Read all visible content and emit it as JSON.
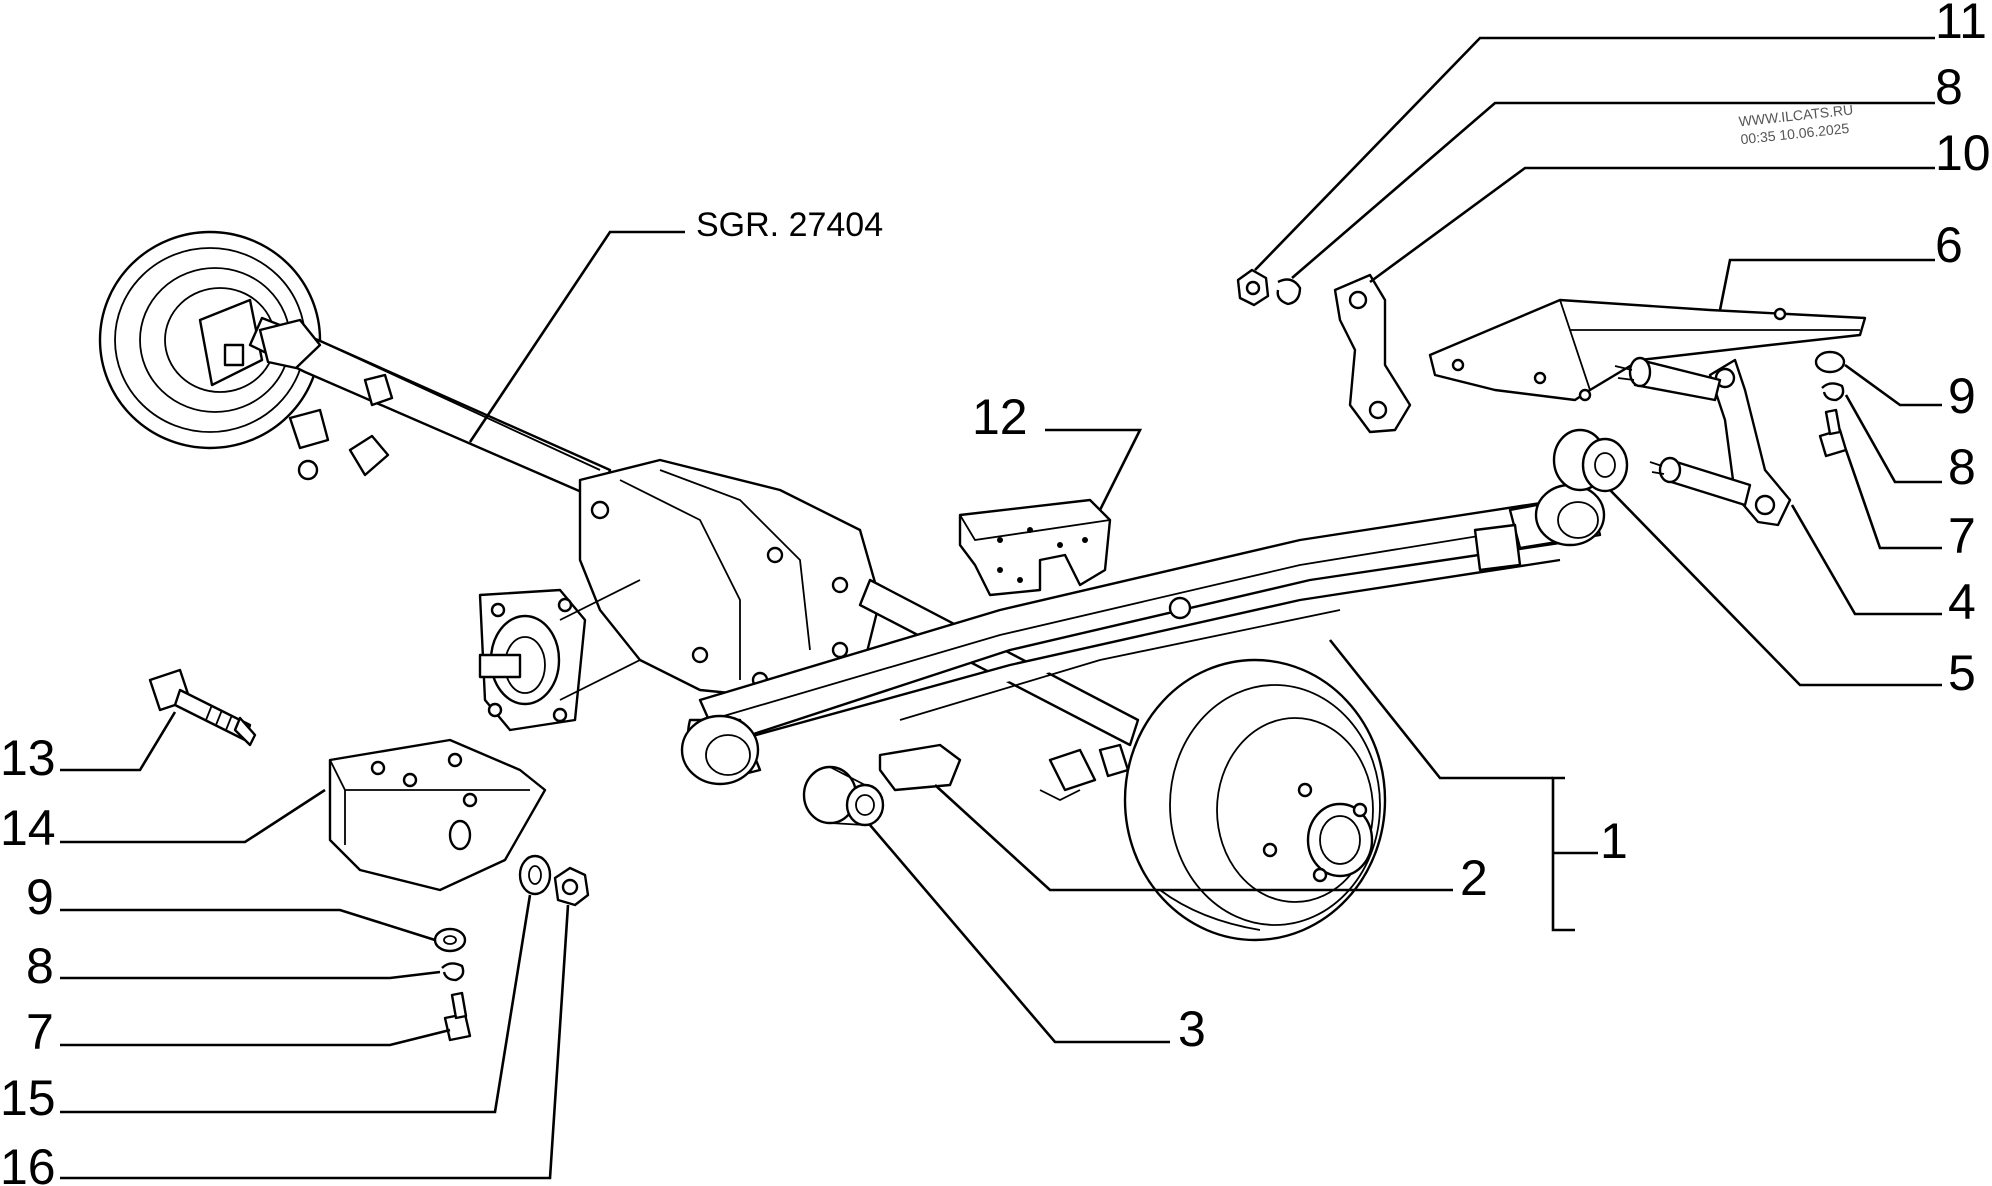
{
  "reference_label": "SGR. 27404",
  "watermark": {
    "site": "WWW.ILCATS.RU",
    "timestamp": "00:35 10.06.2025"
  },
  "callouts": {
    "c11": "11",
    "c8a": "8",
    "c10": "10",
    "c6": "6",
    "c9a": "9",
    "c8b": "8",
    "c7a": "7",
    "c4": "4",
    "c5": "5",
    "c1": "1",
    "c2": "2",
    "c3": "3",
    "c12": "12",
    "c13": "13",
    "c14": "14",
    "c9b": "9",
    "c8c": "8",
    "c7b": "7",
    "c15": "15",
    "c16": "16"
  }
}
